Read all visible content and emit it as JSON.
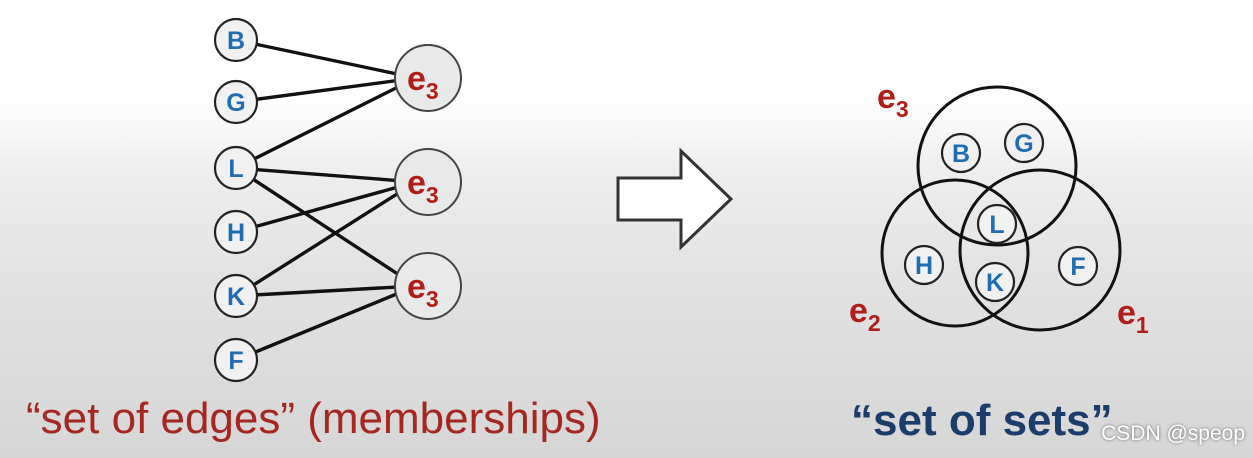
{
  "bipartite": {
    "nodes": [
      {
        "id": "B",
        "label": "B"
      },
      {
        "id": "G",
        "label": "G"
      },
      {
        "id": "L",
        "label": "L"
      },
      {
        "id": "H",
        "label": "H"
      },
      {
        "id": "K",
        "label": "K"
      },
      {
        "id": "F",
        "label": "F"
      }
    ],
    "edges": [
      {
        "label": "e",
        "subscript": "3",
        "members": [
          "B",
          "G",
          "L"
        ]
      },
      {
        "label": "e",
        "subscript": "3",
        "members": [
          "L",
          "H",
          "K"
        ]
      },
      {
        "label": "e",
        "subscript": "3",
        "members": [
          "L",
          "K",
          "F"
        ]
      }
    ]
  },
  "sets": [
    {
      "label": "e",
      "subscript": "3",
      "members": [
        "B",
        "G",
        "L"
      ]
    },
    {
      "label": "e",
      "subscript": "2",
      "members": [
        "H",
        "L",
        "K"
      ]
    },
    {
      "label": "e",
      "subscript": "1",
      "members": [
        "L",
        "K",
        "F"
      ]
    }
  ],
  "set_nodes": [
    "B",
    "G",
    "L",
    "H",
    "K",
    "F"
  ],
  "captions": {
    "left": "“set of edges” (memberships)",
    "right": "“set of sets”"
  },
  "watermark": "CSDN @speop",
  "colors": {
    "node_text": "#1f6db3",
    "edge_text": "#b01e17",
    "caption_left": "#a5271f",
    "caption_right": "#1a3d6c"
  }
}
